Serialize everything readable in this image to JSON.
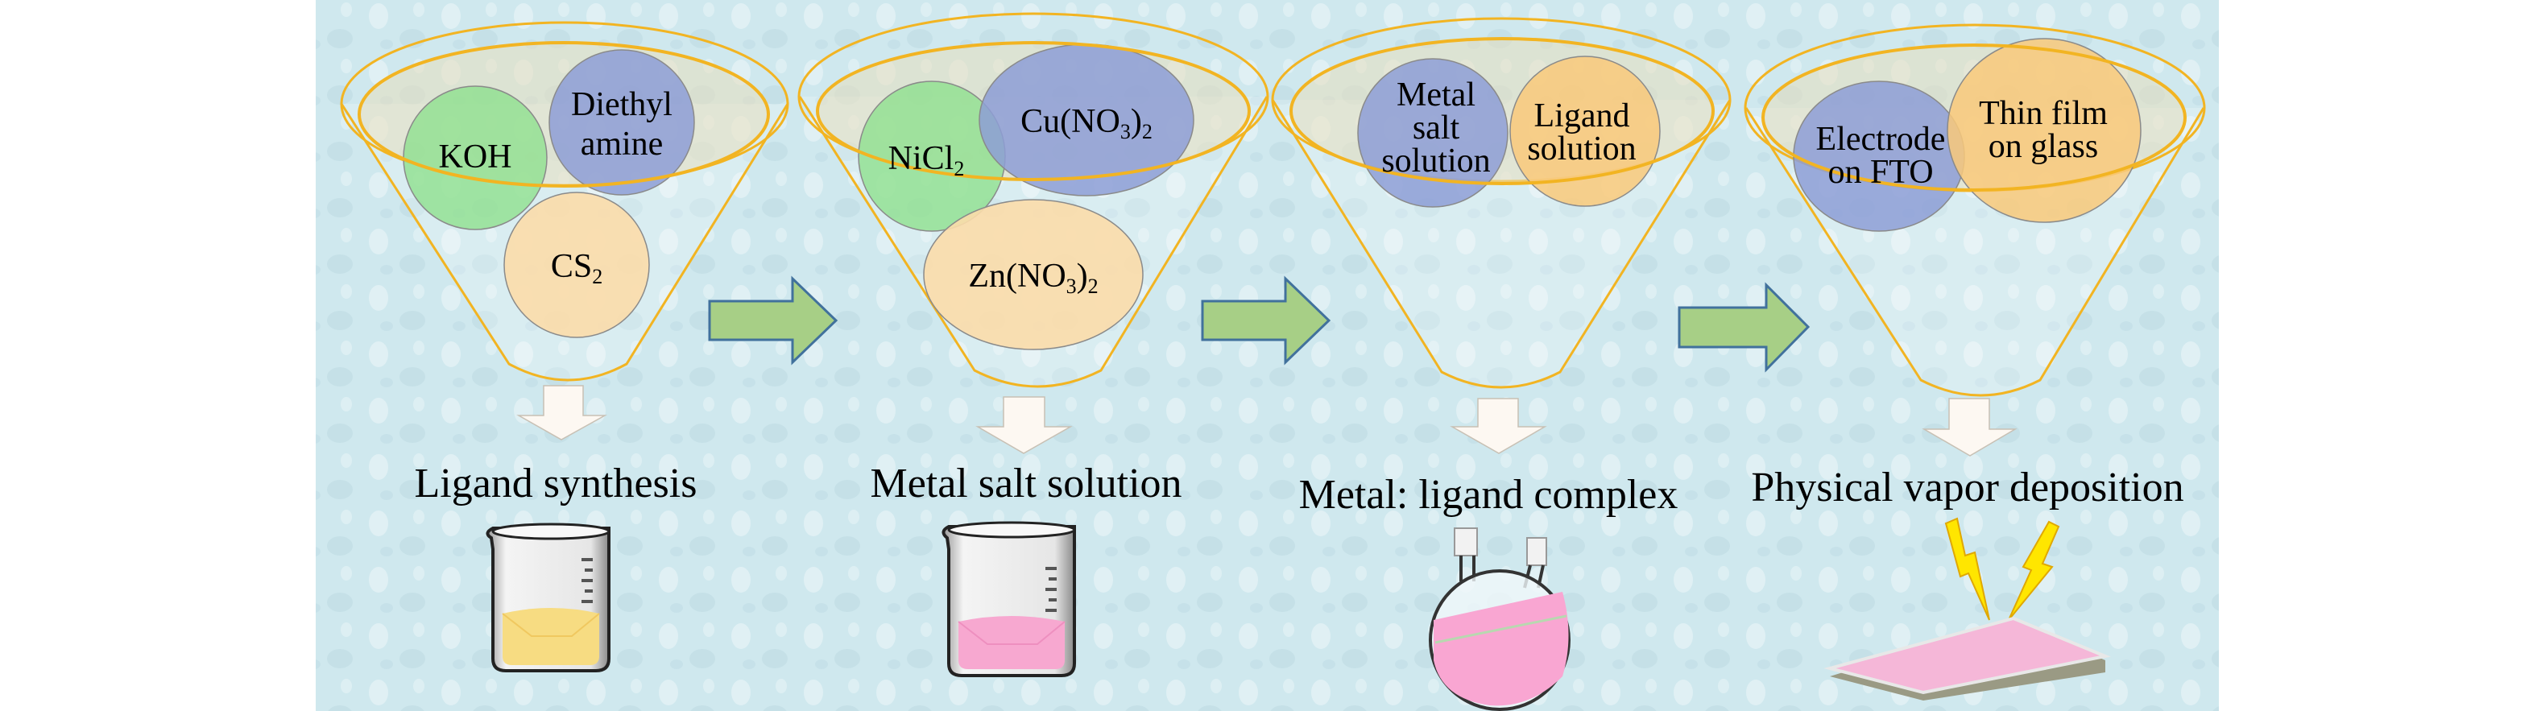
{
  "colors": {
    "background": "#cfe8ee",
    "funnel_stroke": "#f2b422",
    "green": "#8fe08f",
    "blue": "#8d9ed6",
    "peach": "#fbdcaa",
    "orange": "#f9c97a",
    "arrow": "#a7cf86"
  },
  "funnels": [
    {
      "inputs": [
        {
          "text": "KOH"
        },
        {
          "line1": "Diethyl",
          "line2": "amine"
        },
        {
          "main": "CS",
          "sub": "2"
        }
      ],
      "step": "Ligand synthesis",
      "vessel": "beaker-yellow"
    },
    {
      "inputs": [
        {
          "main": "NiCl",
          "sub": "2"
        },
        {
          "main": "Cu(NO",
          "sub1": "3",
          "mid": ")",
          "sub2": "2"
        },
        {
          "main": "Zn(NO",
          "sub1": "3",
          "mid": ")",
          "sub2": "2"
        }
      ],
      "step": "Metal salt solution",
      "vessel": "beaker-pink"
    },
    {
      "inputs": [
        {
          "line1": "Metal",
          "line2": "salt",
          "line3": "solution"
        },
        {
          "line1": "Ligand",
          "line2": "solution"
        }
      ],
      "step": "Metal: ligand complex",
      "vessel": "two-neck-flask"
    },
    {
      "inputs": [
        {
          "line1": "Electrode",
          "line2": "on FTO"
        },
        {
          "line1": "Thin film",
          "line2": "on glass"
        }
      ],
      "step": "Physical vapor deposition",
      "vessel": "glass-slide"
    }
  ]
}
